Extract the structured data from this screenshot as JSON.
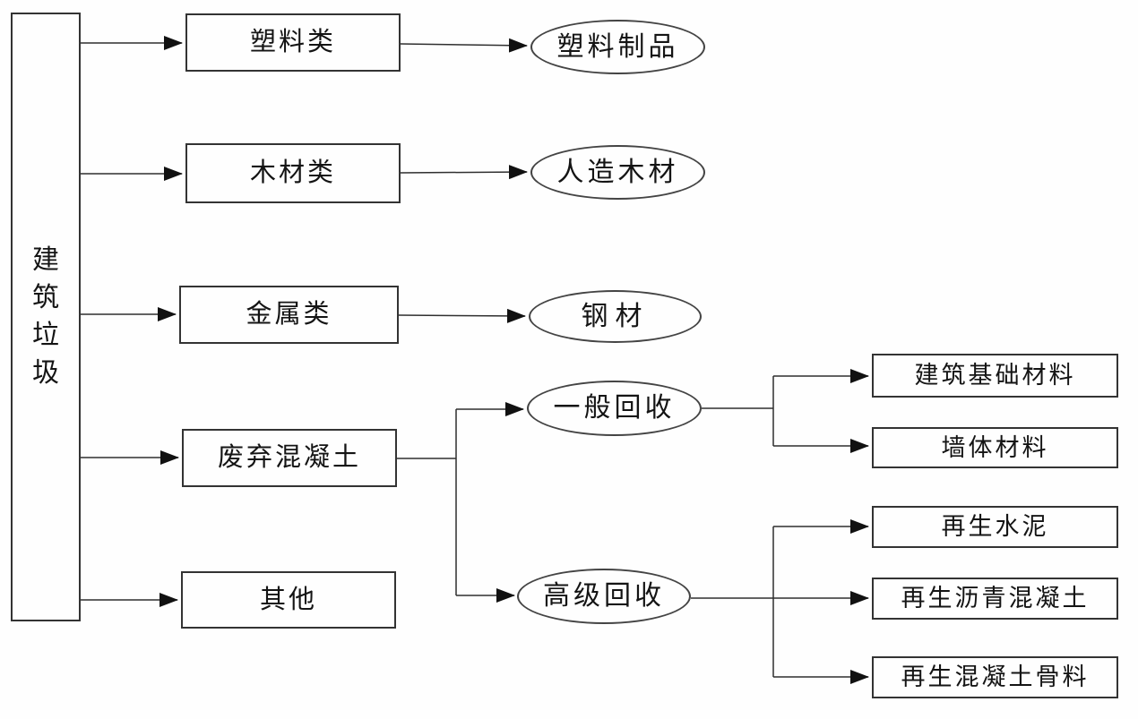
{
  "figure": {
    "type": "flowchart",
    "description": "Classification and recycling paths of construction waste",
    "colors": {
      "background": "#fefefe",
      "line": "#2f2f2f",
      "arrowhead": "#111111",
      "text": "#141414",
      "node_border": "#333333"
    }
  },
  "nodes": {
    "root": "建筑垃圾",
    "plastics": "塑料类",
    "wood": "木材类",
    "metal": "金属类",
    "waste_concrete": "废弃混凝土",
    "other": "其他",
    "plastic_products": "塑料制品",
    "artificial_wood": "人造木材",
    "steel": "钢材",
    "general_recycling": "一般回收",
    "advanced_recycling": "高级回收",
    "foundation_materials": "建筑基础材料",
    "wall_materials": "墙体材料",
    "recycled_cement": "再生水泥",
    "recycled_asphalt_concrete": "再生沥青混凝土",
    "recycled_concrete_aggregate": "再生混凝土骨料"
  },
  "edges": [
    {
      "from": "建筑垃圾",
      "to": "塑料类"
    },
    {
      "from": "建筑垃圾",
      "to": "木材类"
    },
    {
      "from": "建筑垃圾",
      "to": "金属类"
    },
    {
      "from": "建筑垃圾",
      "to": "废弃混凝土"
    },
    {
      "from": "建筑垃圾",
      "to": "其他"
    },
    {
      "from": "塑料类",
      "to": "塑料制品"
    },
    {
      "from": "木材类",
      "to": "人造木材"
    },
    {
      "from": "金属类",
      "to": "钢材"
    },
    {
      "from": "废弃混凝土",
      "to": "一般回收"
    },
    {
      "from": "废弃混凝土",
      "to": "高级回收"
    },
    {
      "from": "一般回收",
      "to": "建筑基础材料"
    },
    {
      "from": "一般回收",
      "to": "墙体材料"
    },
    {
      "from": "高级回收",
      "to": "再生水泥"
    },
    {
      "from": "高级回收",
      "to": "再生沥青混凝土"
    },
    {
      "from": "高级回收",
      "to": "再生混凝土骨料"
    }
  ]
}
